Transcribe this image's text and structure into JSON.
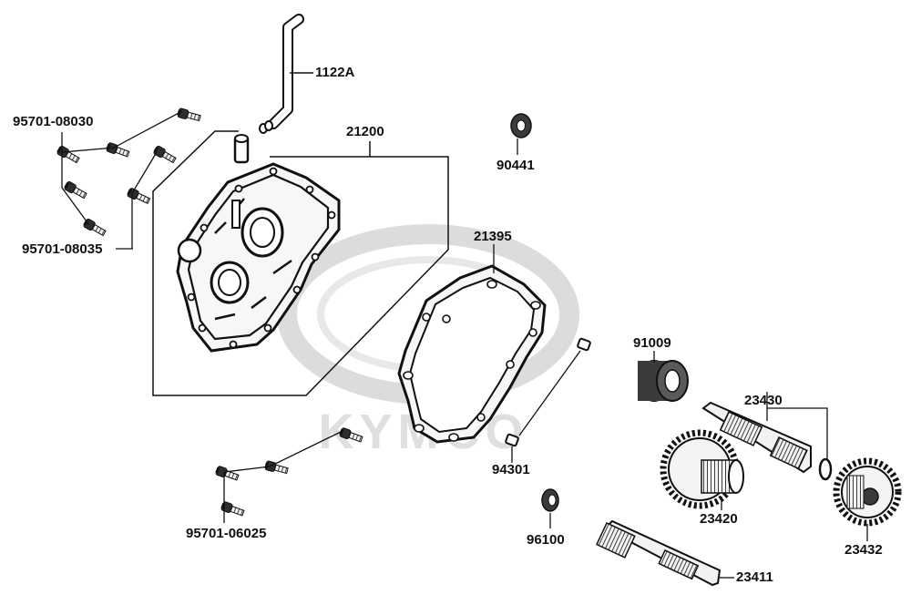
{
  "watermark": {
    "brand": "KYMCO",
    "color": "#d9d9d9"
  },
  "colors": {
    "line": "#111111",
    "fill_dark": "#3a3a3a",
    "fill_mid": "#8a8a8a",
    "fill_light": "#f2f2f2"
  },
  "parts": [
    {
      "id": "p-1122a",
      "label": "1122A",
      "icon": "tube-icon"
    },
    {
      "id": "p-95701-08030",
      "label": "95701-08030",
      "icon": "bolt-icon"
    },
    {
      "id": "p-21200",
      "label": "21200",
      "icon": "cover-icon"
    },
    {
      "id": "p-90441",
      "label": "90441",
      "icon": "washer-icon"
    },
    {
      "id": "p-95701-08035",
      "label": "95701-08035",
      "icon": "bolt-icon"
    },
    {
      "id": "p-21395",
      "label": "21395",
      "icon": "gasket-icon"
    },
    {
      "id": "p-91009",
      "label": "91009",
      "icon": "bearing-icon"
    },
    {
      "id": "p-23430",
      "label": "23430",
      "icon": "shaft-icon"
    },
    {
      "id": "p-94301",
      "label": "94301",
      "icon": "pin-icon"
    },
    {
      "id": "p-23420",
      "label": "23420",
      "icon": "gear-icon"
    },
    {
      "id": "p-95701-06025",
      "label": "95701-06025",
      "icon": "bolt-icon"
    },
    {
      "id": "p-96100",
      "label": "96100",
      "icon": "seal-icon"
    },
    {
      "id": "p-23432",
      "label": "23432",
      "icon": "gear-icon"
    },
    {
      "id": "p-23411",
      "label": "23411",
      "icon": "shaft-icon"
    }
  ]
}
